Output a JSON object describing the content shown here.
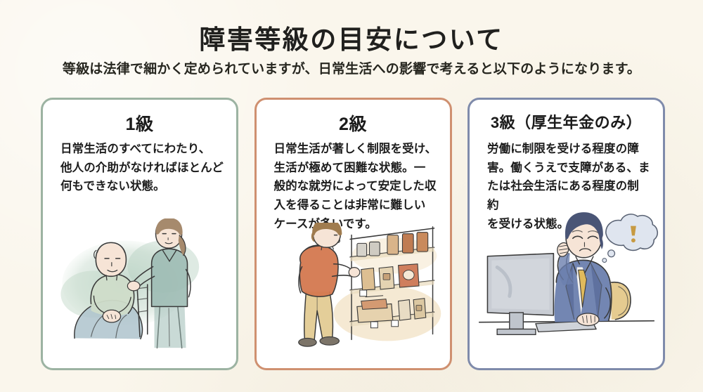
{
  "page": {
    "title": "障害等級の目安について",
    "subtitle": "等級は法律で細かく定められていますが、日常生活への影響で考えると以下のようになります。",
    "background_color": "#faf6ec"
  },
  "cards": [
    {
      "id": "grade-1",
      "title": "1級",
      "body": "日常生活のすべてにわたり、\n他人の介助がなければほとんど\n何もできない状態。",
      "border_color": "#9cb3a2",
      "illustration": "caregiver-with-seated-elderly-person-illustration",
      "illustration_palette": {
        "wash": "#b9d2c4",
        "sweater": "#cfdcc9",
        "blanket": "#aec3cd",
        "caregiver_clothing": "#9dbbb4",
        "hair": "#a68a6d",
        "skin": "#f6e4d6",
        "line": "#3a3a3a"
      }
    },
    {
      "id": "grade-2",
      "title": "2級",
      "body": "日常生活が著しく制限を受け、\n生活が極めて困難な状態。一\n般的な就労によって安定した収\n入を得ることは非常に難しい\nケースが多いです。",
      "border_color": "#cf9070",
      "illustration": "store-worker-stocking-shelves-illustration",
      "illustration_palette": {
        "sweater": "#d4784f",
        "pants": "#e3cb93",
        "shoes": "#7c7468",
        "hair": "#a07c4f",
        "shelf_wash": "#f0dfc0",
        "product_a": "#d9b48a",
        "product_b": "#c97f5c",
        "line": "#3a3a3a"
      }
    },
    {
      "id": "grade-3",
      "title": "3級（厚生年金のみ）",
      "body": "労働に制限を受ける程度の障\n害。働くうえで支障がある、ま\nたは社会生活にある程度の制約\nを受ける状態。",
      "border_color": "#7f8bab",
      "illustration": "stressed-office-worker-at-computer-illustration",
      "illustration_palette": {
        "suit": "#6c7fae",
        "suit_dark": "#4f6191",
        "tie": "#e0ba5c",
        "monitor": "#c8ccd3",
        "monitor_frame": "#8e949e",
        "chair": "#e2c584",
        "hair": "#4a5576",
        "thought_bubble": "#dfe5ef",
        "exclamation": "#c79a42",
        "line": "#3a3a3a"
      }
    }
  ]
}
